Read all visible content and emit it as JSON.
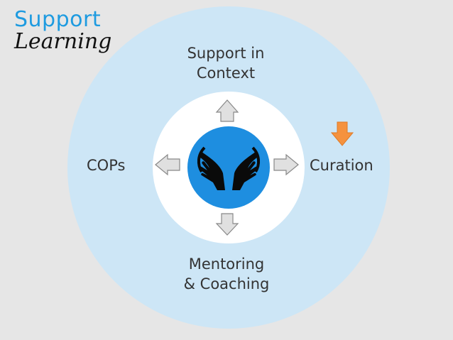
{
  "logo": {
    "line1": "Support",
    "line2": "Learning"
  },
  "center": {
    "icon": "hands-icon"
  },
  "labels": {
    "top": "Support in\nContext",
    "left": "COPs",
    "right": "Curation",
    "bottom": "Mentoring\n& Coaching"
  },
  "colors": {
    "background": "#e6e6e6",
    "outer_ring": "#cde6f6",
    "inner_circle": "#ffffff",
    "center_circle": "#1e8ee0",
    "arrow_fill": "#e0e0e0",
    "arrow_stroke": "#888888",
    "highlight_arrow": "#f5923e",
    "text": "#333333"
  }
}
